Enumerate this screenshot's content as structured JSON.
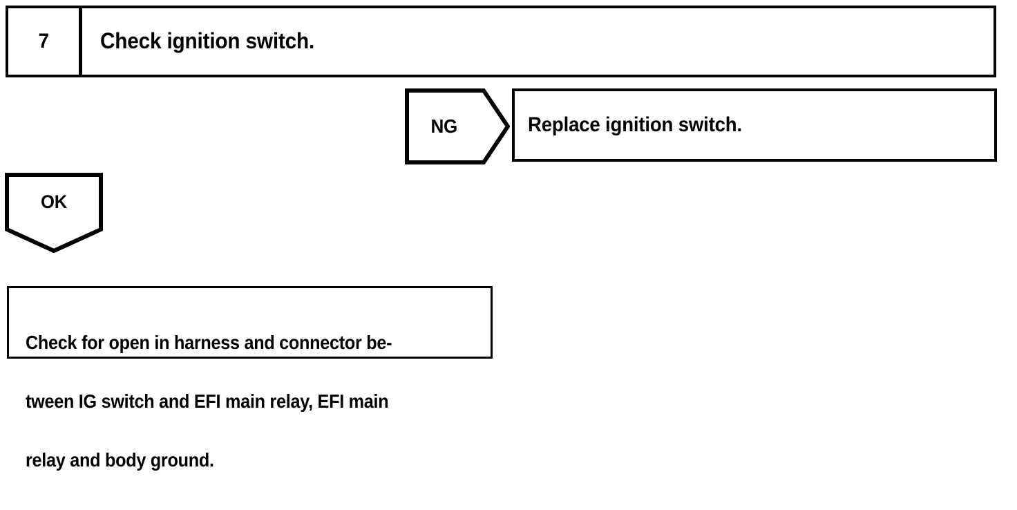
{
  "diagram": {
    "kind": "troubleshooting-flowchart",
    "colors": {
      "ink": "#000000",
      "paper": "#ffffff"
    },
    "step": {
      "number": "7",
      "instruction": "Check ignition switch."
    },
    "branches": [
      {
        "tag": "NG",
        "tag_shape": "arrow-right",
        "result": "Replace ignition switch."
      },
      {
        "tag": "OK",
        "tag_shape": "pentagon-down",
        "result": null
      }
    ],
    "ok_tag": "OK",
    "ng_tag": "NG",
    "ng_result": "Replace ignition switch.",
    "final_action": {
      "line1": "Check for open in harness and connector be-",
      "line2": "tween IG switch and EFI main relay, EFI main",
      "line3": "relay and body ground."
    }
  }
}
